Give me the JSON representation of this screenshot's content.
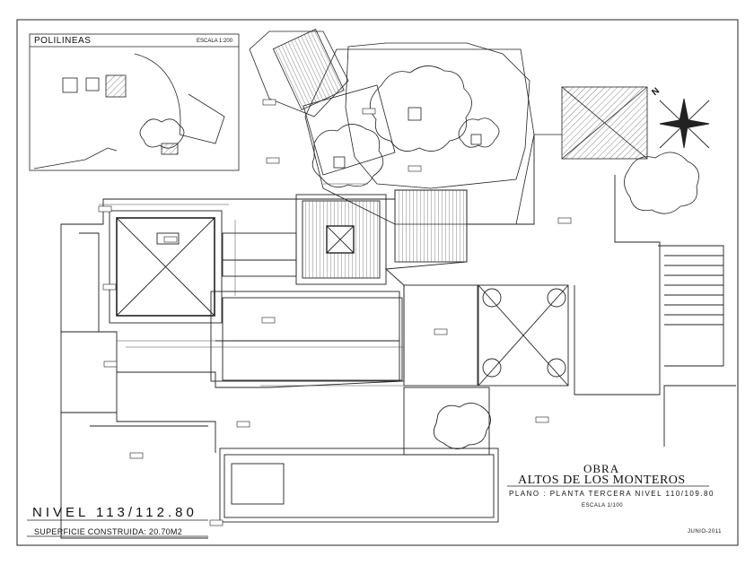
{
  "inset_plan": {
    "title": "POLILINEAS",
    "scale": "ESCALA 1:200"
  },
  "title_block": {
    "obra_label": "OBRA",
    "project_name": "ALTOS DE LOS MONTEROS",
    "plano": "PLANO : PLANTA TERCERA NIVEL 110/109.80",
    "escala": "ESCALA 1/100",
    "fecha": "JUNIO-2011"
  },
  "level_block": {
    "nivel": "NIVEL 113/112.80",
    "superficie": "SUPERFICIE CONSTRUIDA: 20.70M2"
  },
  "north_arrow": {
    "label": "N",
    "icon": "north-arrow-icon"
  },
  "colors": {
    "ink": "#111111",
    "background": "#ffffff"
  }
}
